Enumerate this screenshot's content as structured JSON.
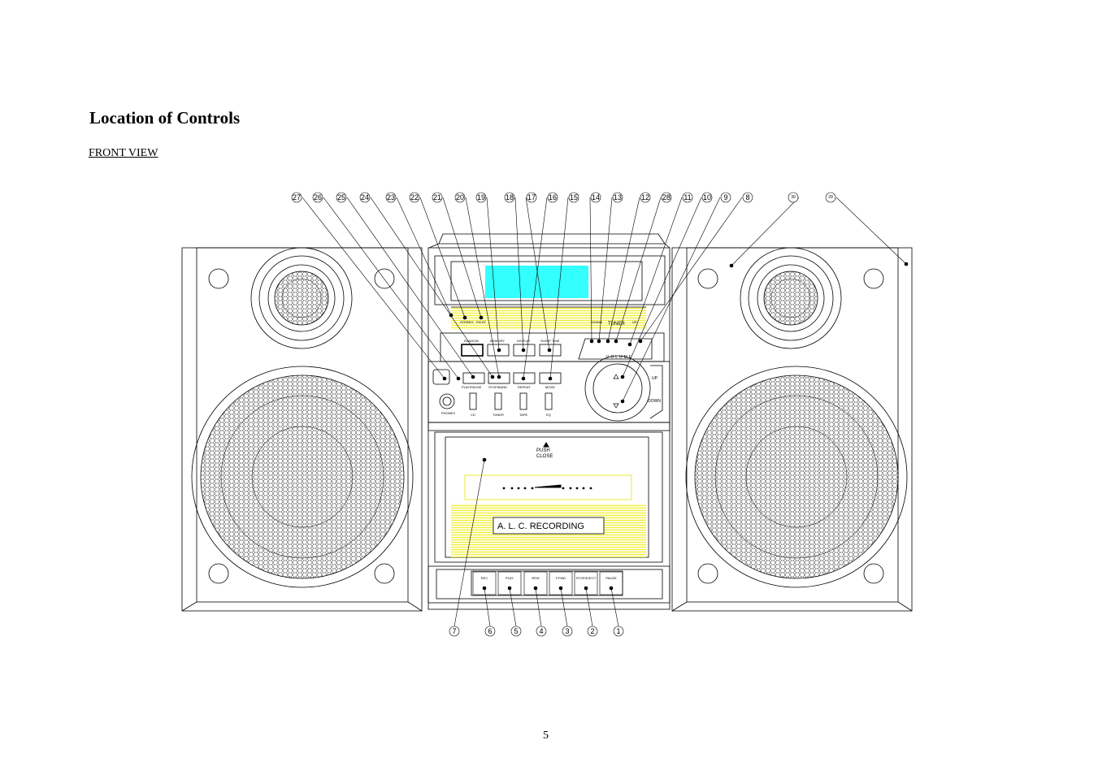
{
  "page": {
    "title": "Location of Controls",
    "subtitle": "FRONT VIEW",
    "page_number": "5"
  },
  "device_labels": {
    "random": "RANDOM",
    "memory": "MEMORY",
    "display": "DISPLAY",
    "sleep_time": "SLEEP TIME",
    "play_pause": "PLAY/PAUSE",
    "stop_band": "STOP/BAND",
    "repeat": "REPEAT",
    "mode": "MODE",
    "cd": "CD",
    "tuner_sel": "TUNER",
    "tape": "TAPE",
    "eq": "EQ",
    "phones": "PHONES",
    "tuner": "TUNER",
    "down": "DOWN",
    "up": "UP",
    "volume": "VOLUME",
    "vol_up": "UP",
    "vol_down": "DOWN",
    "push": "PUSH",
    "close": "CLOSE",
    "alc": "A. L. C. RECORDING",
    "stereo": "STEREO",
    "fm_st": "FM ST",
    "deck_buttons": [
      "REC",
      "PLAY",
      "REW",
      "F.FWD",
      "STOP/EJECT",
      "PAUSE"
    ]
  },
  "callouts_top": [
    "27",
    "26",
    "25",
    "24",
    "23",
    "22",
    "21",
    "20",
    "19",
    "18",
    "17",
    "16",
    "15",
    "14",
    "13",
    "12",
    "28",
    "11",
    "10",
    "9",
    "8",
    "30",
    "29"
  ],
  "callouts_bottom": [
    "7",
    "6",
    "5",
    "4",
    "3",
    "2",
    "1"
  ]
}
